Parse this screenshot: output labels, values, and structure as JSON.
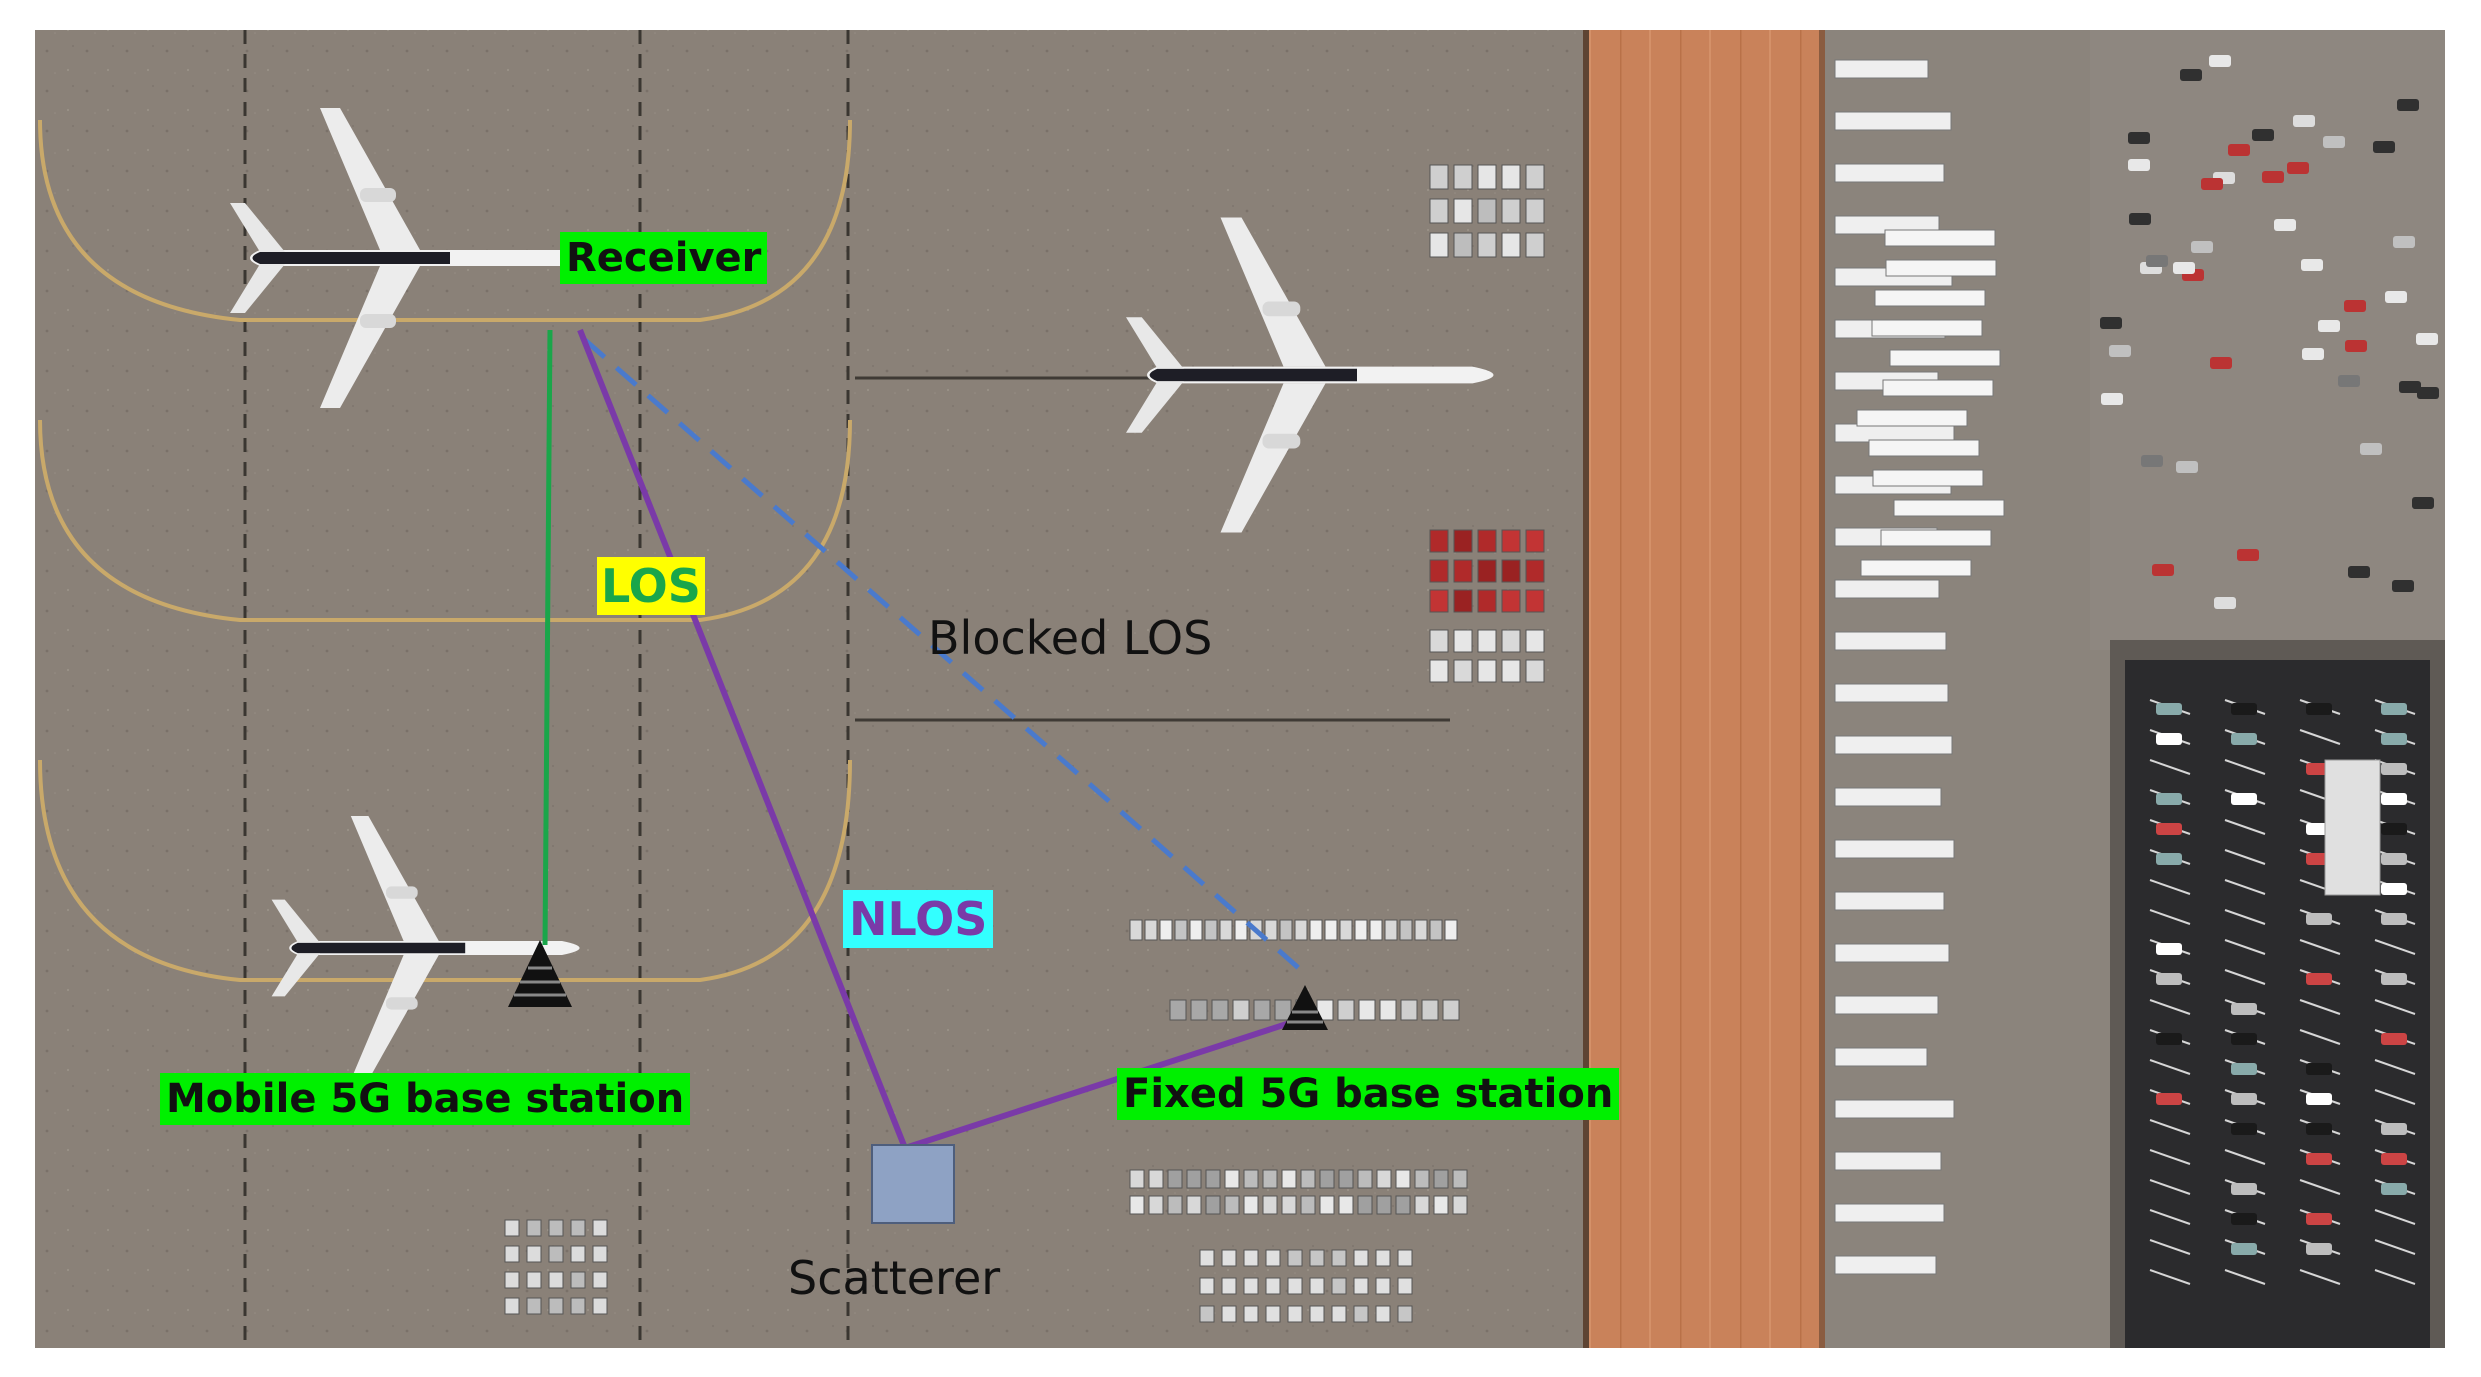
{
  "labels": {
    "receiver": "Receiver",
    "los": "LOS",
    "blocked_los": "Blocked LOS",
    "nlos": "NLOS",
    "mobile_bs": "Mobile 5G base station",
    "fixed_bs": "Fixed 5G base station",
    "scatterer": "Scatterer"
  },
  "colors": {
    "label_green": "#00f000",
    "label_yellow": "#ffff00",
    "label_cyan": "#33ffff",
    "los_line": "#1aa64a",
    "nlos_line": "#7a3aa8",
    "blocked_line": "#4a7acc",
    "scatterer_fill": "#8ea2c4",
    "tarmac": "#8a8178",
    "roof": "#c9825a",
    "parking": "#2b2b2d"
  },
  "icons": [
    "airplane-icon",
    "base-station-icon"
  ]
}
